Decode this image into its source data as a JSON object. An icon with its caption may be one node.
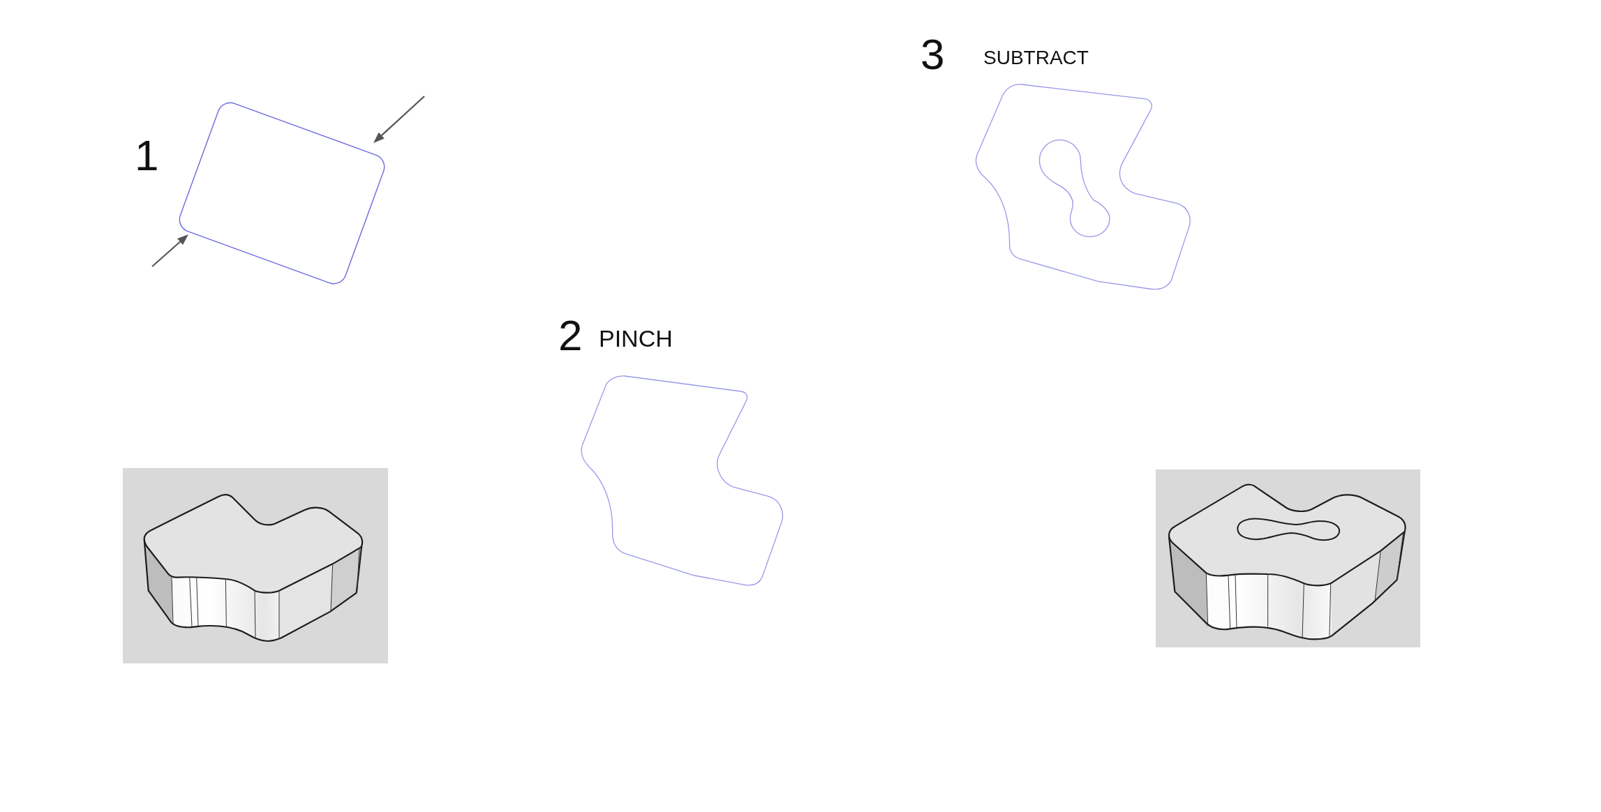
{
  "diagram": {
    "nodes": [
      {
        "text": [],
        "shape": "box",
        "beside": [
          "1"
        ]
      },
      {
        "text": [],
        "shape": "picture",
        "beside": [
          "3",
          "SUBTRACT"
        ]
      },
      {
        "text": [],
        "shape": "picture",
        "beside": [
          "2",
          "PINCH"
        ]
      }
    ]
  }
}
